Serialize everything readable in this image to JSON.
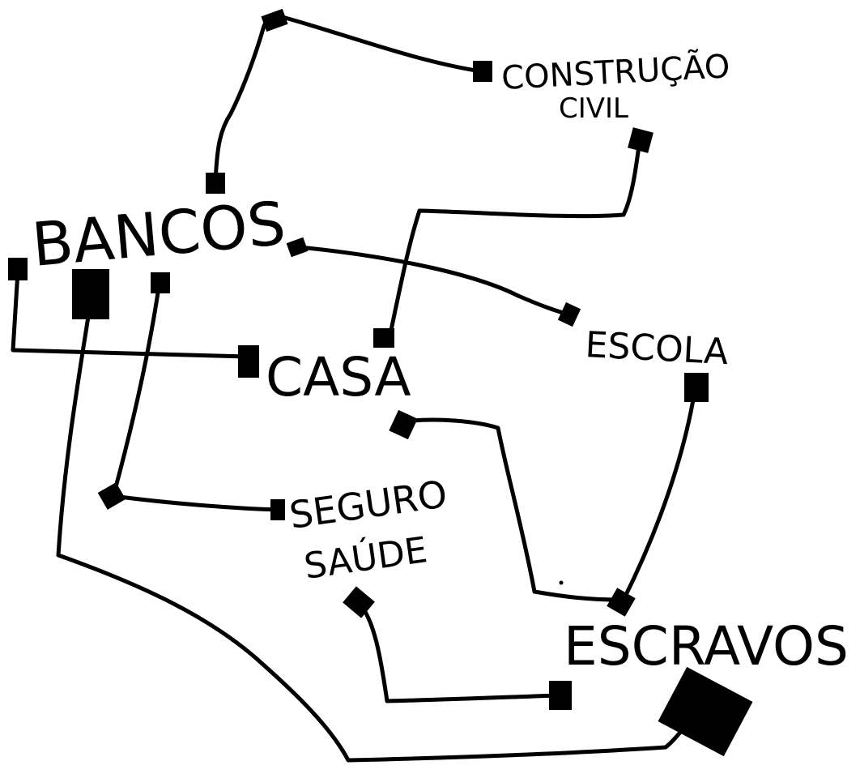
{
  "colors": {
    "ink": "#000000",
    "paper": "#ffffff"
  },
  "nodes": {
    "construcao_line1": "CONSTRUÇÃO",
    "construcao_line2": "CIVIL",
    "bancos": "BANCOS",
    "escola": "ESCOLA",
    "casa": "CASA",
    "seguro_line1": "SEGURO",
    "seguro_line2": "SAÚDE",
    "escravos": "ESCRAVOS"
  }
}
